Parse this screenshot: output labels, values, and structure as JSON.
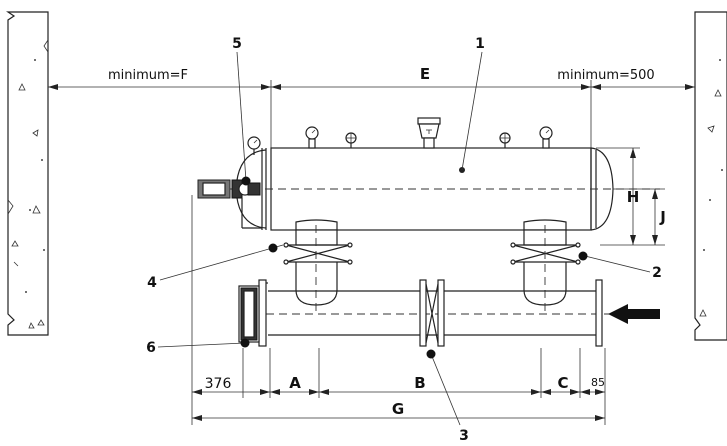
{
  "dimensions": {
    "left_clearance": "minimum=F",
    "total_width": "E",
    "right_clearance": "minimum=500",
    "height_H": "H",
    "height_J": "J",
    "bottom_376": "376",
    "bottom_A": "A",
    "bottom_B": "B",
    "bottom_C": "C",
    "bottom_85": "85",
    "overall_G": "G"
  },
  "callouts": [
    "1",
    "2",
    "3",
    "4",
    "5",
    "6"
  ],
  "colors": {
    "line": "#222222",
    "arrow": "#111111",
    "background": "#ffffff"
  },
  "icons": [
    "pressure-gauge-icon",
    "valve-icon",
    "air-vent-icon",
    "flow-arrow-icon",
    "motor-icon"
  ]
}
